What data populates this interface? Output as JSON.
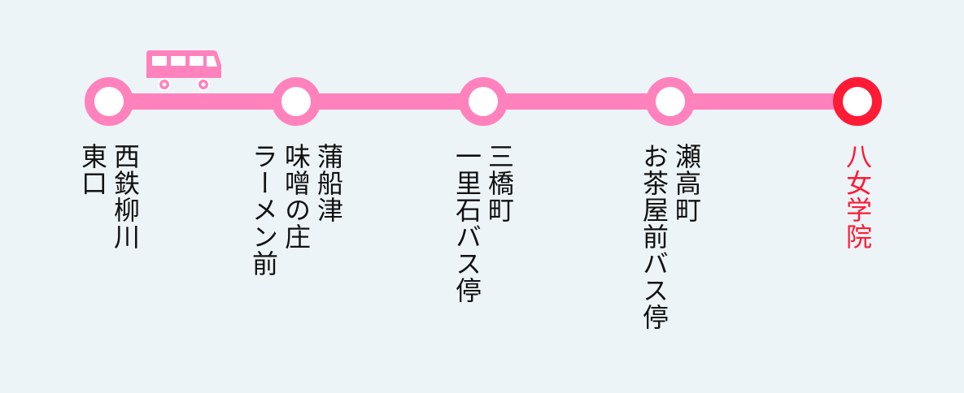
{
  "colors": {
    "route": "#ff82bd",
    "current": "#ff1a35",
    "background": "#edf4f7"
  },
  "bus_icon": "bus-icon",
  "stops": [
    {
      "lines": [
        "西鉄柳川",
        "東口"
      ],
      "current": false
    },
    {
      "lines": [
        "蒲船津",
        "味噌の庄",
        "ラーメン前"
      ],
      "current": false
    },
    {
      "lines": [
        "三橋町",
        "一里石バス停"
      ],
      "current": false
    },
    {
      "lines": [
        "瀬高町",
        "お茶屋前バス停"
      ],
      "current": false
    },
    {
      "lines": [
        "八女学院"
      ],
      "current": true
    }
  ]
}
